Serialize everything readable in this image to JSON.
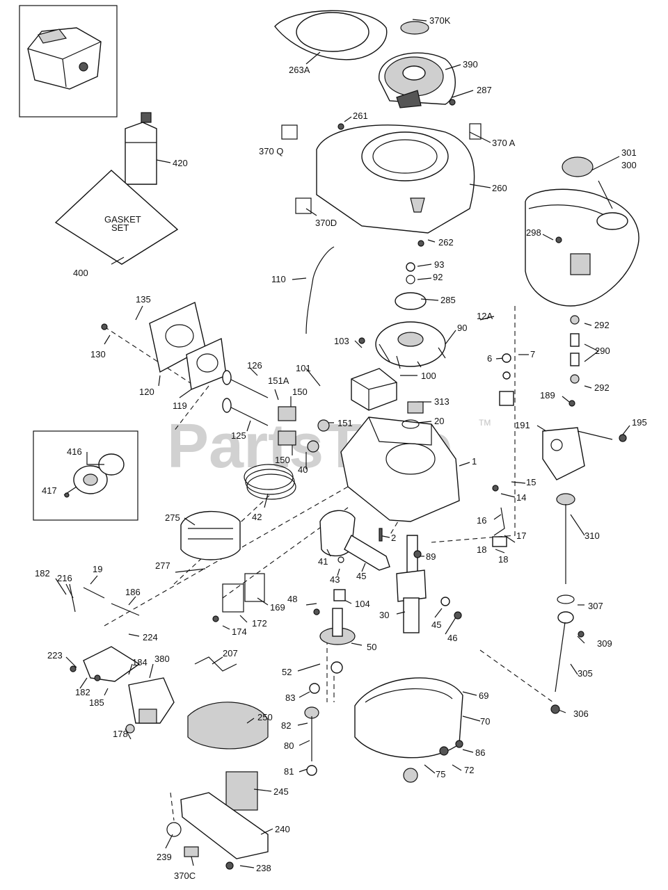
{
  "watermark": {
    "text": "PartsTree",
    "tm": "TM"
  },
  "inset_labels": {
    "pulley_group": "416",
    "pulley_screw": "417"
  },
  "gasket_set_text": {
    "line1": "GASKET",
    "line2": "SET"
  },
  "parts": {
    "p370K": "370K",
    "p263A": "263A",
    "p390": "390",
    "p287": "287",
    "p261": "261",
    "p370Q": "370 Q",
    "p370A": "370 A",
    "p260": "260",
    "p370D": "370D",
    "p262": "262",
    "p420": "420",
    "p400": "400",
    "p301": "301",
    "p300": "300",
    "p298": "298",
    "p110": "110",
    "p93": "93",
    "p92": "92",
    "p285": "285",
    "p90": "90",
    "p12A": "12A",
    "p7": "7",
    "p6": "6",
    "p135": "135",
    "p130": "130",
    "p120": "120",
    "p119": "119",
    "p103": "103",
    "p101": "101",
    "p100": "100",
    "p126": "126",
    "p151A": "151A",
    "p150a": "150",
    "p150b": "150",
    "p151": "151",
    "p125": "125",
    "p40": "40",
    "p313": "313",
    "p20": "20",
    "p1": "1",
    "p292a": "292",
    "p290": "290",
    "p292b": "292",
    "p189": "189",
    "p191": "191",
    "p195": "195",
    "p15": "15",
    "p14": "14",
    "p42": "42",
    "p275": "275",
    "p16": "16",
    "p18a": "18",
    "p17": "17",
    "p18b": "18",
    "p310": "310",
    "p2": "2",
    "p89": "89",
    "p41": "41",
    "p43": "43",
    "p45a": "45",
    "p277": "277",
    "p182a": "182",
    "p216": "216",
    "p19": "19",
    "p186": "186",
    "p169": "169",
    "p172": "172",
    "p174": "174",
    "p224": "224",
    "p48": "48",
    "p104": "104",
    "p30": "30",
    "p45b": "45",
    "p46": "46",
    "p307": "307",
    "p309": "309",
    "p223": "223",
    "p184": "184",
    "p380": "380",
    "p207": "207",
    "p182b": "182",
    "p185": "185",
    "p50": "50",
    "p52": "52",
    "p305": "305",
    "p83": "83",
    "p69": "69",
    "p306": "306",
    "p70": "70",
    "p250": "250",
    "p178": "178",
    "p82": "82",
    "p80": "80",
    "p86": "86",
    "p81": "81",
    "p75": "75",
    "p72": "72",
    "p245": "245",
    "p240": "240",
    "p239": "239",
    "p238": "238",
    "p370C": "370C"
  }
}
